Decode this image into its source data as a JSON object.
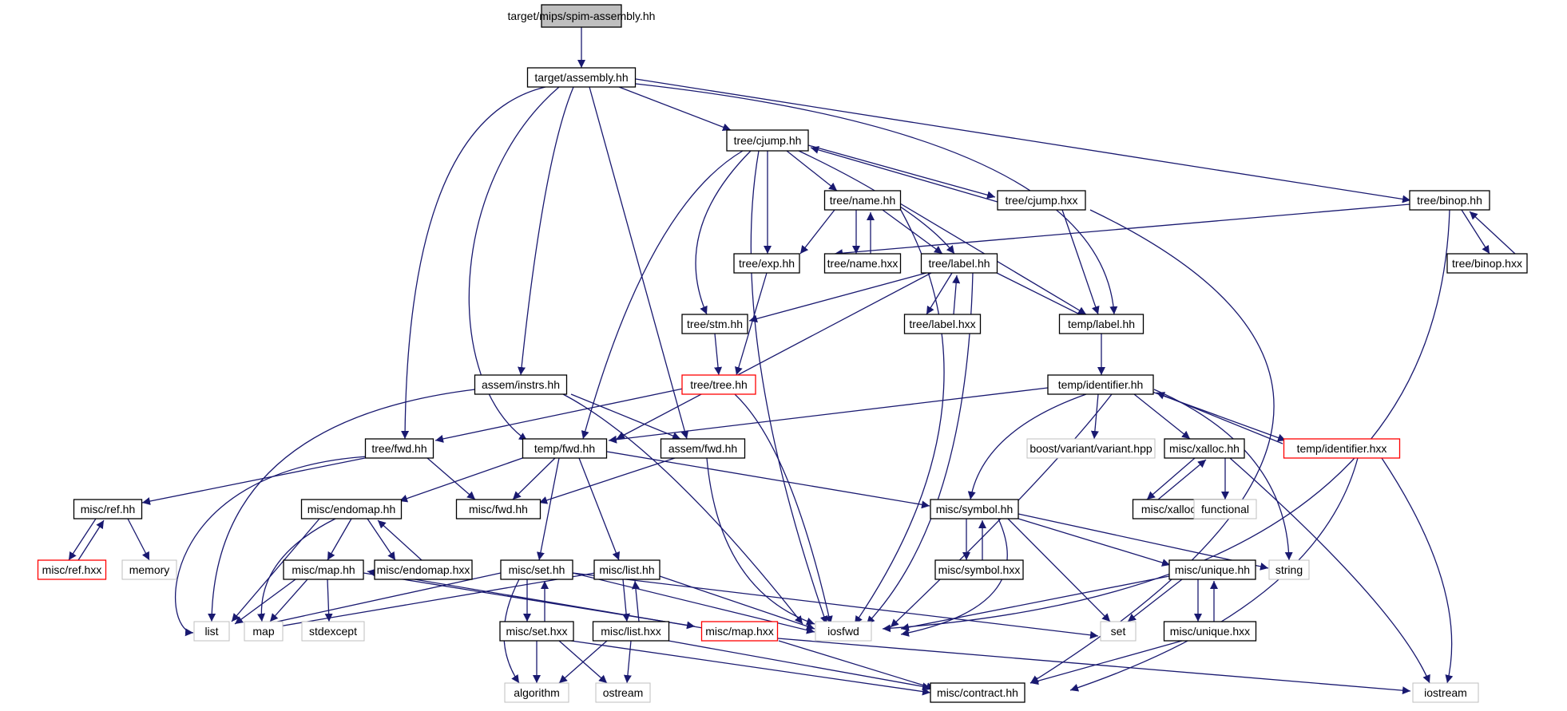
{
  "nodes": [
    {
      "id": "spim_assembly",
      "label": "target/mips/spim-assembly.hh",
      "style": "root"
    },
    {
      "id": "target_assembly",
      "label": "target/assembly.hh",
      "style": "normal"
    },
    {
      "id": "tree_cjump",
      "label": "tree/cjump.hh",
      "style": "normal"
    },
    {
      "id": "tree_name_hh",
      "label": "tree/name.hh",
      "style": "normal"
    },
    {
      "id": "tree_cjump_hxx",
      "label": "tree/cjump.hxx",
      "style": "normal"
    },
    {
      "id": "tree_binop",
      "label": "tree/binop.hh",
      "style": "normal"
    },
    {
      "id": "tree_exp",
      "label": "tree/exp.hh",
      "style": "normal"
    },
    {
      "id": "tree_name_hxx",
      "label": "tree/name.hxx",
      "style": "normal"
    },
    {
      "id": "tree_label_hh",
      "label": "tree/label.hh",
      "style": "normal"
    },
    {
      "id": "tree_binop_hxx",
      "label": "tree/binop.hxx",
      "style": "normal"
    },
    {
      "id": "tree_stm",
      "label": "tree/stm.hh",
      "style": "normal"
    },
    {
      "id": "tree_label_hxx",
      "label": "tree/label.hxx",
      "style": "normal"
    },
    {
      "id": "temp_label",
      "label": "temp/label.hh",
      "style": "normal"
    },
    {
      "id": "assem_instrs",
      "label": "assem/instrs.hh",
      "style": "normal"
    },
    {
      "id": "tree_tree",
      "label": "tree/tree.hh",
      "style": "truncated"
    },
    {
      "id": "temp_identifier",
      "label": "temp/identifier.hh",
      "style": "normal"
    },
    {
      "id": "tree_fwd",
      "label": "tree/fwd.hh",
      "style": "normal"
    },
    {
      "id": "temp_fwd",
      "label": "temp/fwd.hh",
      "style": "normal"
    },
    {
      "id": "assem_fwd",
      "label": "assem/fwd.hh",
      "style": "normal"
    },
    {
      "id": "boost_variant",
      "label": "boost/variant/variant.hpp",
      "style": "system"
    },
    {
      "id": "misc_xalloc_hh",
      "label": "misc/xalloc.hh",
      "style": "normal"
    },
    {
      "id": "temp_identifier_hxx",
      "label": "temp/identifier.hxx",
      "style": "truncated"
    },
    {
      "id": "misc_ref_hh",
      "label": "misc/ref.hh",
      "style": "normal"
    },
    {
      "id": "misc_endomap_hh",
      "label": "misc/endomap.hh",
      "style": "normal"
    },
    {
      "id": "misc_fwd",
      "label": "misc/fwd.hh",
      "style": "normal"
    },
    {
      "id": "misc_symbol_hh",
      "label": "misc/symbol.hh",
      "style": "normal"
    },
    {
      "id": "misc_xalloc_hxx",
      "label": "misc/xalloc.hxx",
      "style": "normal"
    },
    {
      "id": "functional",
      "label": "functional",
      "style": "system"
    },
    {
      "id": "misc_ref_hxx",
      "label": "misc/ref.hxx",
      "style": "truncated"
    },
    {
      "id": "memory",
      "label": "memory",
      "style": "system"
    },
    {
      "id": "misc_map_hh",
      "label": "misc/map.hh",
      "style": "normal"
    },
    {
      "id": "misc_endomap_hxx",
      "label": "misc/endomap.hxx",
      "style": "normal"
    },
    {
      "id": "misc_set_hh",
      "label": "misc/set.hh",
      "style": "normal"
    },
    {
      "id": "misc_list_hh",
      "label": "misc/list.hh",
      "style": "normal"
    },
    {
      "id": "misc_symbol_hxx",
      "label": "misc/symbol.hxx",
      "style": "normal"
    },
    {
      "id": "misc_unique_hh",
      "label": "misc/unique.hh",
      "style": "normal"
    },
    {
      "id": "string",
      "label": "string",
      "style": "system"
    },
    {
      "id": "list",
      "label": "list",
      "style": "system"
    },
    {
      "id": "map",
      "label": "map",
      "style": "system"
    },
    {
      "id": "stdexcept",
      "label": "stdexcept",
      "style": "system"
    },
    {
      "id": "misc_set_hxx",
      "label": "misc/set.hxx",
      "style": "normal"
    },
    {
      "id": "misc_list_hxx",
      "label": "misc/list.hxx",
      "style": "normal"
    },
    {
      "id": "misc_map_hxx",
      "label": "misc/map.hxx",
      "style": "truncated"
    },
    {
      "id": "iosfwd",
      "label": "iosfwd",
      "style": "system"
    },
    {
      "id": "set",
      "label": "set",
      "style": "system"
    },
    {
      "id": "misc_unique_hxx",
      "label": "misc/unique.hxx",
      "style": "normal"
    },
    {
      "id": "algorithm",
      "label": "algorithm",
      "style": "system"
    },
    {
      "id": "ostream",
      "label": "ostream",
      "style": "system"
    },
    {
      "id": "misc_contract",
      "label": "misc/contract.hh",
      "style": "normal"
    },
    {
      "id": "iostream",
      "label": "iostream",
      "style": "system"
    }
  ],
  "colors": {
    "edge": "#191970",
    "node_border": "#000000",
    "root_fill": "#bfbfbf",
    "truncated_border": "#ff0000",
    "system_border": "#bfbfbf",
    "background": "#ffffff"
  }
}
